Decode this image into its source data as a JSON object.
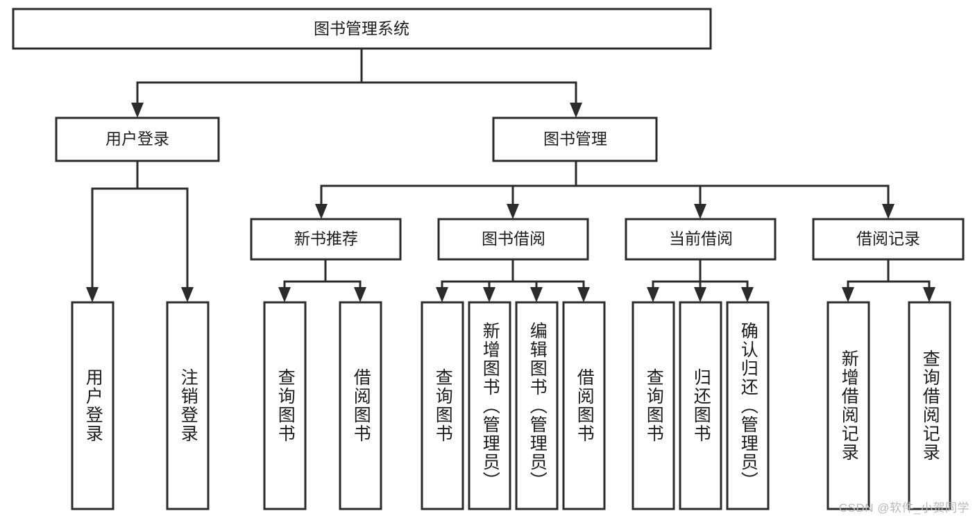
{
  "diagram": {
    "title": "图书管理系统",
    "type": "tree",
    "root": {
      "label": "图书管理系统"
    },
    "level2": [
      {
        "label": "用户登录"
      },
      {
        "label": "图书管理"
      }
    ],
    "level3": [
      {
        "label": "新书推荐"
      },
      {
        "label": "图书借阅"
      },
      {
        "label": "当前借阅"
      },
      {
        "label": "借阅记录"
      }
    ],
    "leaves": {
      "user_login": [
        "用户登录",
        "注销登录"
      ],
      "new_book": [
        "查询图书",
        "借阅图书"
      ],
      "book_borrow": [
        "查询图书",
        "新增图书（管理员）",
        "编辑图书（管理员）",
        "借阅图书"
      ],
      "current_borrow": [
        "查询图书",
        "归还图书",
        "确认归还（管理员）"
      ],
      "borrow_record": [
        "新增借阅记录",
        "查询借阅记录"
      ]
    },
    "colors": {
      "stroke": "#2b2b2b",
      "box_fill": "#ffffff",
      "text": "#1b1b1b",
      "background": "#ffffff",
      "watermark": "#b9b9b9"
    }
  },
  "watermark": {
    "text": "CSDN @软件_小贺同学"
  }
}
